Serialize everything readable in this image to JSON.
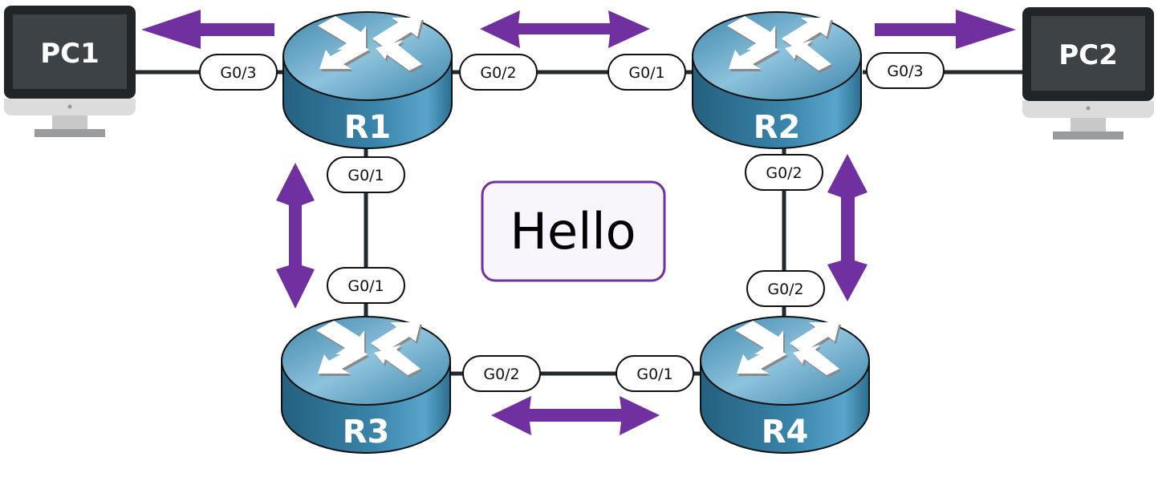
{
  "colors": {
    "arrow": "#7030a0",
    "link": "#23282d",
    "router_top": "#4a94b8",
    "router_side": "#2f6e8e",
    "pc_frame": "#222527",
    "pc_screen": "#3d4247",
    "pc_stand": "#c9c9c9",
    "message_border": "#7030a0",
    "message_bg": "#f8f6fc"
  },
  "devices": {
    "pc1": {
      "label": "PC1"
    },
    "pc2": {
      "label": "PC2"
    },
    "r1": {
      "label": "R1"
    },
    "r2": {
      "label": "R2"
    },
    "r3": {
      "label": "R3"
    },
    "r4": {
      "label": "R4"
    }
  },
  "ports": {
    "r1_g03": "G0/3",
    "r1_g02": "G0/2",
    "r1_g01": "G0/1",
    "r2_g01": "G0/1",
    "r2_g03": "G0/3",
    "r2_g02": "G0/2",
    "r3_g01": "G0/1",
    "r3_g02": "G0/2",
    "r4_g01": "G0/1",
    "r4_g02": "G0/2"
  },
  "links": [
    {
      "from": "PC1",
      "to": "R1",
      "from_port": "",
      "to_port": "G0/3"
    },
    {
      "from": "R1",
      "to": "R2",
      "from_port": "G0/2",
      "to_port": "G0/1"
    },
    {
      "from": "R2",
      "to": "PC2",
      "from_port": "G0/3",
      "to_port": ""
    },
    {
      "from": "R1",
      "to": "R3",
      "from_port": "G0/1",
      "to_port": "G0/1"
    },
    {
      "from": "R2",
      "to": "R4",
      "from_port": "G0/2",
      "to_port": "G0/2"
    },
    {
      "from": "R3",
      "to": "R4",
      "from_port": "G0/2",
      "to_port": "G0/1"
    }
  ],
  "flows": [
    {
      "between": "R1-PC1",
      "direction": "toward PC1"
    },
    {
      "between": "R1-R2",
      "direction": "bidirectional"
    },
    {
      "between": "R2-PC2",
      "direction": "toward PC2"
    },
    {
      "between": "R1-R3",
      "direction": "bidirectional"
    },
    {
      "between": "R2-R4",
      "direction": "bidirectional"
    },
    {
      "between": "R3-R4",
      "direction": "bidirectional"
    }
  ],
  "message": {
    "text": "Hello"
  }
}
